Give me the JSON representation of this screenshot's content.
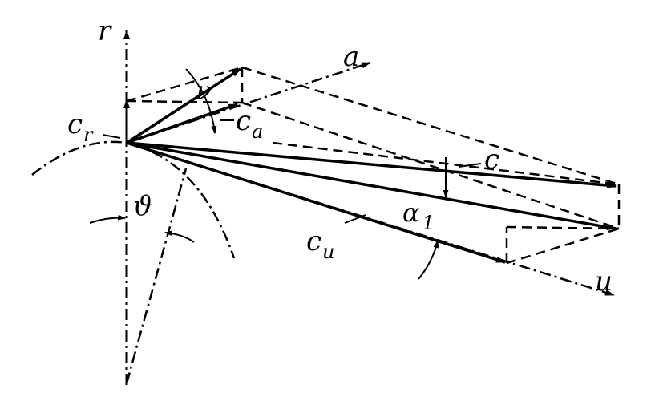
{
  "diagram": {
    "ink_color": "#000000",
    "background": "#ffffff",
    "labels": {
      "r": "r",
      "a": "a",
      "u": "u",
      "c": "c",
      "c_r_main": "c",
      "c_r_sub": "r",
      "c_a_main": "c",
      "c_a_sub": "a",
      "c_u_main": "c",
      "c_u_sub": "u",
      "alpha_main": "α",
      "alpha_sub": "1",
      "nu": "ν",
      "theta": "ϑ"
    }
  }
}
